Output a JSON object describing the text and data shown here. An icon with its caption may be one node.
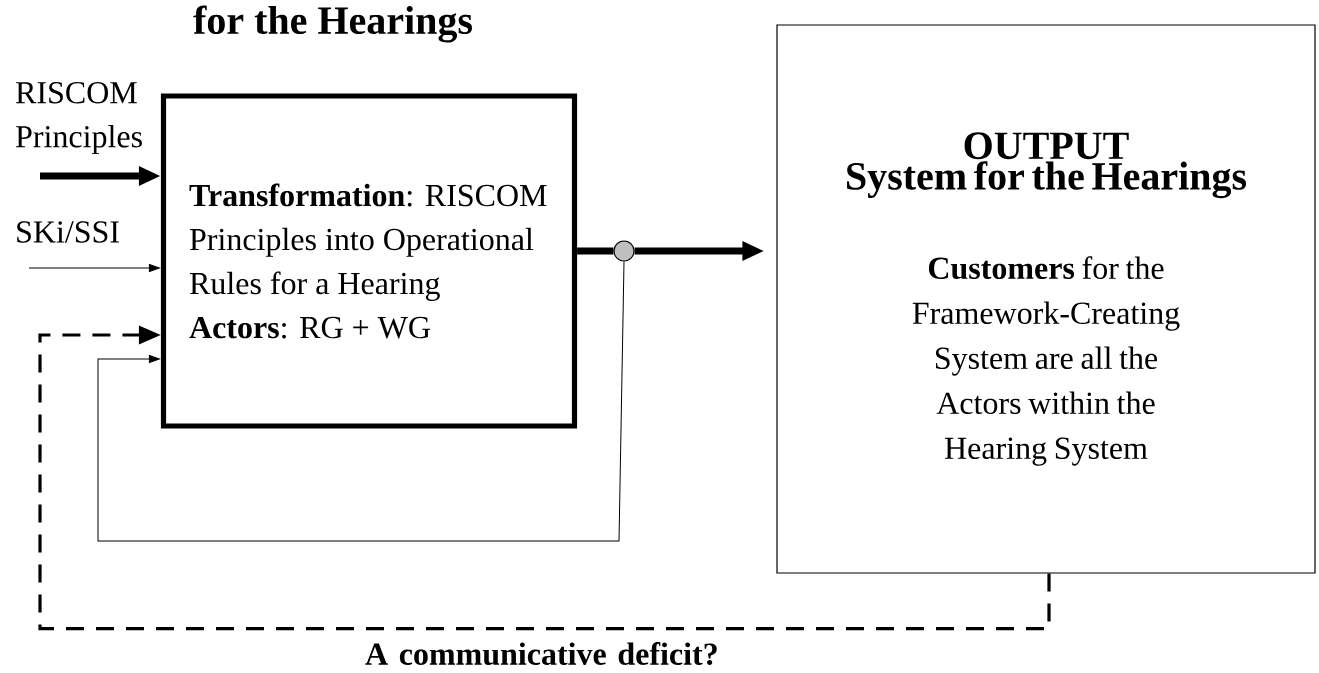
{
  "diagram": {
    "title": "for the Hearings",
    "nodes": [
      {
        "text": [
          "**Transformation**: RISCOM Principles into Operational Rules for a Hearing",
          "**Actors**: RG + WG"
        ]
      },
      {
        "text": [],
        "shape": "circle"
      },
      {
        "text": [
          "OUTPUT",
          "System for the Hearings",
          "**Customers** for the Framework-Creating System are all the Actors within the Hearing System"
        ]
      }
    ],
    "edges": [
      {
        "from": null,
        "to": 0,
        "arrow": "to",
        "style": "thick",
        "label": "RISCOM Principles"
      },
      {
        "from": null,
        "to": 0,
        "arrow": "to",
        "label": "SKi/SSI"
      },
      {
        "from": 0,
        "to": 1,
        "arrow": "none",
        "style": "thick"
      },
      {
        "from": 1,
        "to": 2,
        "arrow": "to",
        "style": "thick"
      },
      {
        "from": 1,
        "to": 0,
        "arrow": "to"
      },
      {
        "from": 2,
        "to": 0,
        "arrow": "to",
        "style": "dashed",
        "label": "A communicative deficit?"
      }
    ]
  }
}
